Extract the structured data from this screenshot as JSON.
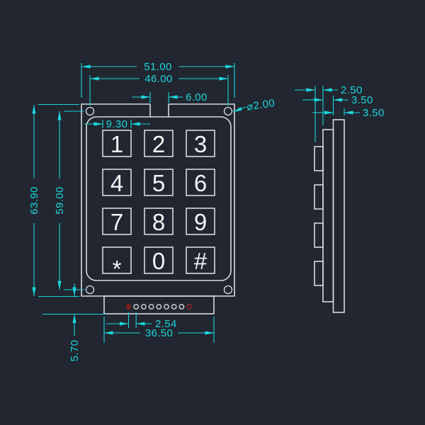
{
  "drawing": {
    "type": "CAD dimensioned drawing of 4x3 matrix membrane keypad, front and side views",
    "colors": {
      "background": "#212630",
      "part_lines": "#d6dade",
      "dimension_lines": "#1bd6da",
      "pin_red": "#8f2527"
    },
    "front_view": {
      "keys": [
        "1",
        "2",
        "3",
        "4",
        "5",
        "6",
        "7",
        "8",
        "9",
        "*",
        "0",
        "#"
      ],
      "connector_pins": [
        "red-filled",
        "white",
        "white",
        "white",
        "white",
        "white",
        "white",
        "white",
        "red-outline"
      ],
      "pin_count": 9
    },
    "dimensions": {
      "front": {
        "overall_width": "51.00",
        "mount_hole_spacing_h": "46.00",
        "top_slot_width": "6.00",
        "mount_hole_diameter": "⌀2.00",
        "key_size": "9.30",
        "overall_height": "63.90",
        "mount_hole_spacing_v": "59.00",
        "connector_depth": "5.70",
        "pin_pitch": "2.54",
        "connector_width": "36.50"
      },
      "side": {
        "button_height": "2.50",
        "panel_thickness": "3.50",
        "base_thickness": "3.50"
      }
    }
  }
}
